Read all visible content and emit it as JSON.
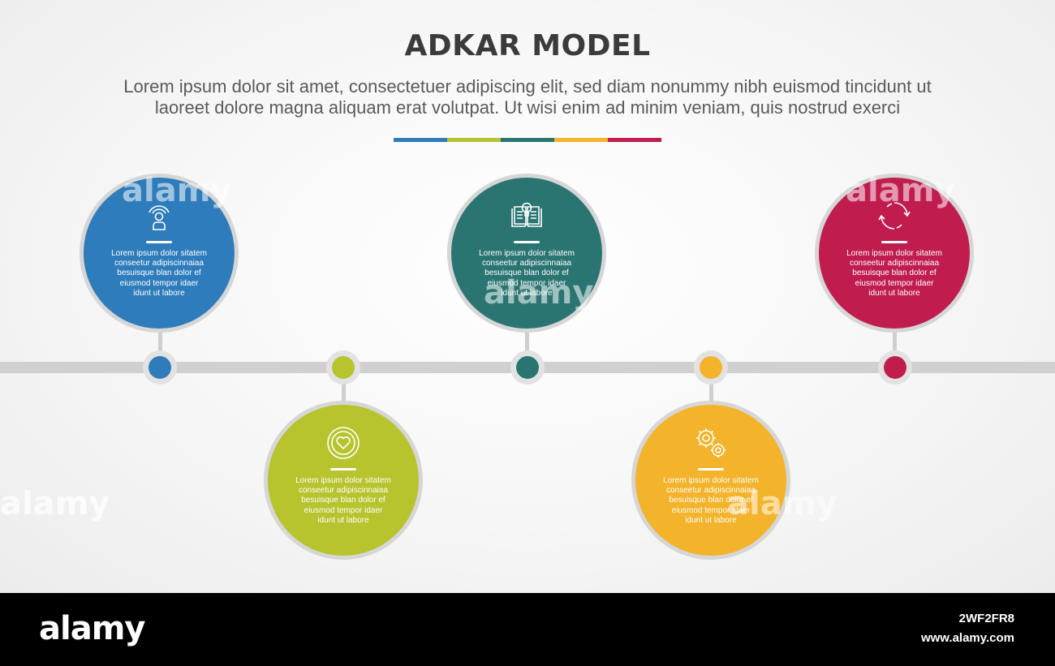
{
  "header": {
    "title": "ADKAR MODEL",
    "subtitle_line1": "Lorem ipsum dolor sit amet, consectetuer adipiscing elit, sed diam nonummy nibh euismod tincidunt ut",
    "subtitle_line2": "laoreet dolore magna aliquam erat volutpat. Ut wisi enim ad minim veniam, quis nostrud exerci"
  },
  "palette": {
    "blue": "#2e7cbb",
    "lime": "#b7c42e",
    "teal": "#2a7572",
    "yellow": "#f3b32a",
    "crimson": "#c01d4e",
    "timeline": "#d0d0d0"
  },
  "stages": [
    {
      "icon": "radio-person-icon",
      "color": "#2e7cbb",
      "text": [
        "Lorem ipsum dolor sitatem",
        "conseetur adipiscinnaiaa",
        "besuisque blan dolor ef",
        "eiusmod tempor idaer",
        "idunt ut labore"
      ]
    },
    {
      "icon": "heart-icon",
      "color": "#b7c42e",
      "text": [
        "Lorem ipsum dolor sitatem",
        "conseetur adipiscinnaiaa",
        "besuisque blan dolor ef",
        "eiusmod tempor idaer",
        "idunt ut labore"
      ]
    },
    {
      "icon": "book-lightbulb-icon",
      "color": "#2a7572",
      "text": [
        "Lorem ipsum dolor sitatem",
        "conseetur adipiscinnaiaa",
        "besuisque blan dolor ef",
        "eiusmod tempor idaer",
        "idunt ut labore"
      ]
    },
    {
      "icon": "gears-icon",
      "color": "#f3b32a",
      "text": [
        "Lorem ipsum dolor sitatem",
        "conseetur adipiscinnaiaa",
        "besuisque blan dolor ef",
        "eiusmod tempor idaer",
        "idunt ut labore"
      ]
    },
    {
      "icon": "refresh-cycle-icon",
      "color": "#c01d4e",
      "text": [
        "Lorem ipsum dolor sitatem",
        "conseetur adipiscinnaiaa",
        "besuisque blan dolor ef",
        "eiusmod tempor idaer",
        "idunt ut labore"
      ]
    }
  ],
  "footer": {
    "logo": "alamy",
    "image_id": "2WF2FR8",
    "url": "www.alamy.com"
  },
  "watermark": "alamy"
}
